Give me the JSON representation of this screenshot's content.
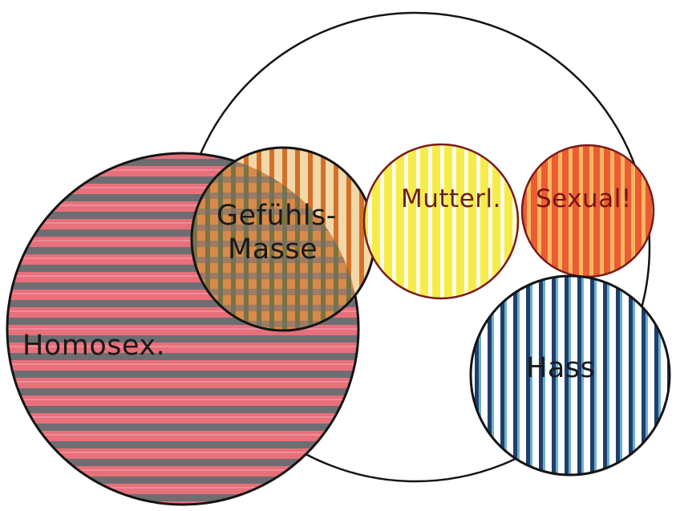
{
  "diagram": {
    "circles": {
      "homosex": {
        "label": "Homosex.",
        "fill": "#e8707a",
        "stripe": "#6e6e72",
        "text_color": "#1a1a1a"
      },
      "gefuehls": {
        "label_line1": "Gefühls-",
        "label_line2": "Masse",
        "fill": "#e0a052",
        "stripe": "#6a6e3e",
        "text_color": "#1a1a1a"
      },
      "mutterl": {
        "label": "Mutterl.",
        "fill": "#f5ec4a",
        "stripe": "#ffffff",
        "text_color": "#6b1c1c"
      },
      "sexual": {
        "label": "Sexual!",
        "fill": "#ec5c34",
        "stripe": "#f5b860",
        "text_color": "#7a1414"
      },
      "hass": {
        "label": "Hass",
        "fill": "#ffffff",
        "stripe": "#2c5c88",
        "accent": "#6aaed8",
        "text_color": "#1a1a1a"
      }
    },
    "outline_color": "#141414"
  }
}
